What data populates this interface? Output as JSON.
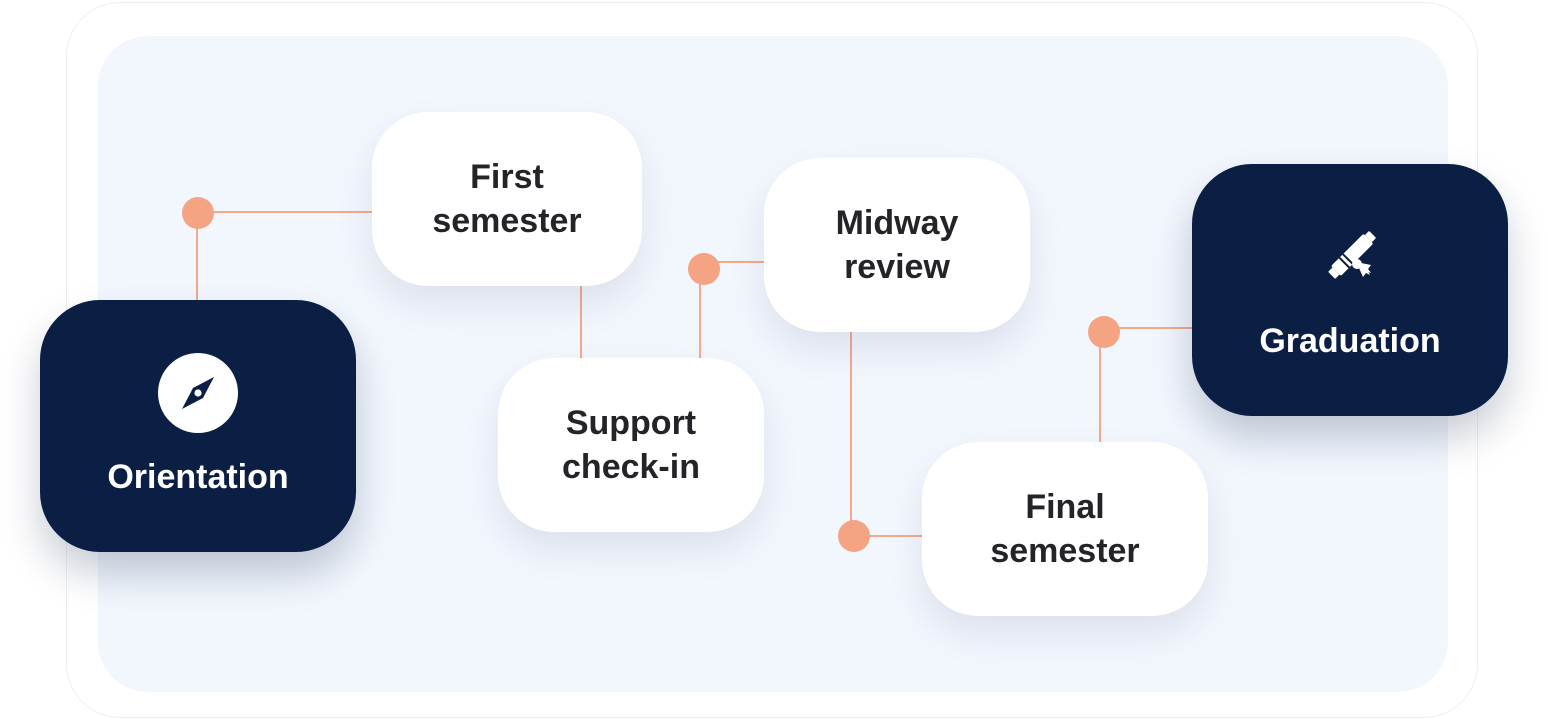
{
  "diagram": {
    "nodes": [
      {
        "id": "orientation",
        "label": "Orientation",
        "style": "dark",
        "icon": "compass-icon"
      },
      {
        "id": "first-semester",
        "label": "First\nsemester",
        "style": "light"
      },
      {
        "id": "support-check-in",
        "label": "Support\ncheck-in",
        "style": "light"
      },
      {
        "id": "midway-review",
        "label": "Midway\nreview",
        "style": "light"
      },
      {
        "id": "final-semester",
        "label": "Final\nsemester",
        "style": "light"
      },
      {
        "id": "graduation",
        "label": "Graduation",
        "style": "dark",
        "icon": "diploma-icon"
      }
    ],
    "edges": [
      {
        "from": "orientation",
        "to": "first-semester"
      },
      {
        "from": "first-semester",
        "to": "support-check-in"
      },
      {
        "from": "support-check-in",
        "to": "midway-review"
      },
      {
        "from": "midway-review",
        "to": "final-semester"
      },
      {
        "from": "final-semester",
        "to": "graduation"
      }
    ]
  },
  "colors": {
    "dark_node": "#0b1f45",
    "light_node": "#ffffff",
    "connector": "#f2a98c",
    "panel": "#f2f6fd",
    "text_dark": "#222428",
    "text_light": "#ffffff"
  }
}
